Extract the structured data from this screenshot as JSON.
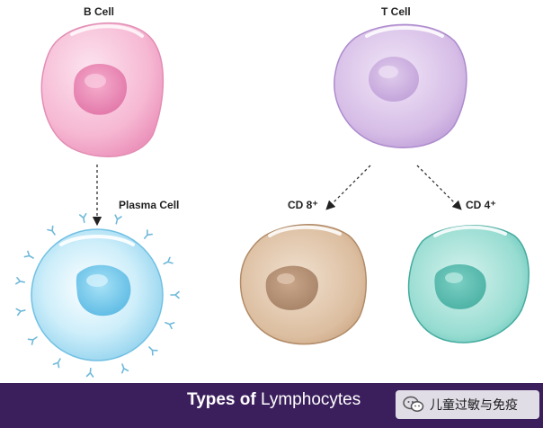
{
  "labels": {
    "b_cell": "B Cell",
    "t_cell": "T Cell",
    "plasma_cell": "Plasma Cell",
    "cd8": "CD 8⁺",
    "cd4": "CD 4⁺"
  },
  "footer": {
    "title_bold": "Types of",
    "title_rest": " Lymphocytes",
    "background": "#3b1f5c"
  },
  "watermark": {
    "text": "儿童过敏与免疫",
    "icon": "wechat-icon"
  },
  "colors": {
    "b_cell": "#f4a7c9",
    "t_cell": "#d3b5e3",
    "plasma_cell": "#b3e3f5",
    "cd8": "#dcc0a4",
    "cd4": "#8fd6cc",
    "antibody": "#6fb9d9"
  }
}
